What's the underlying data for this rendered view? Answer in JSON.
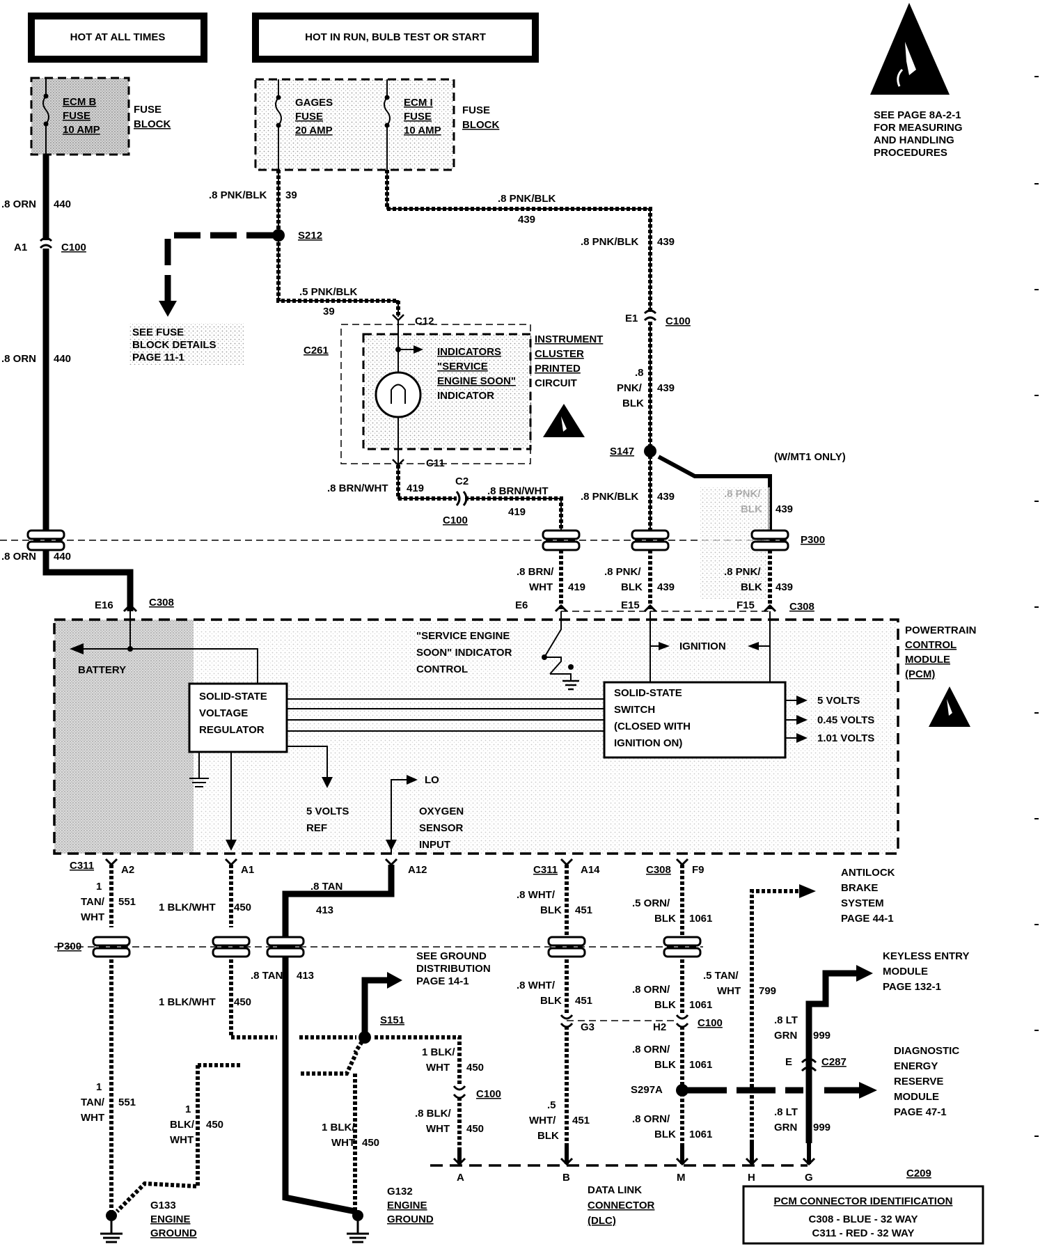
{
  "headers": {
    "hot_all_times": "HOT AT ALL TIMES",
    "hot_run": "HOT IN RUN, BULB TEST OR START"
  },
  "esd_note": [
    "SEE PAGE 8A-2-1",
    "FOR MEASURING",
    "AND HANDLING",
    "PROCEDURES"
  ],
  "fuses": {
    "ecm_b": [
      "ECM B",
      "FUSE",
      "10 AMP"
    ],
    "gages": [
      "GAGES",
      "FUSE",
      "20 AMP"
    ],
    "ecm_i": [
      "ECM I",
      "FUSE",
      "10 AMP"
    ],
    "block_label": [
      "FUSE",
      "BLOCK"
    ]
  },
  "see_fuse_block": [
    "SEE FUSE",
    "BLOCK DETAILS",
    "PAGE 11-1"
  ],
  "instrument_cluster": [
    "INSTRUMENT",
    "CLUSTER",
    "PRINTED",
    "CIRCUIT"
  ],
  "indicator_text": [
    "INDICATORS",
    "\"SERVICE",
    "ENGINE SOON\"",
    "INDICATOR"
  ],
  "pcm": {
    "label": [
      "POWERTRAIN",
      "CONTROL",
      "MODULE",
      "(PCM)"
    ],
    "battery": "BATTERY",
    "ignition": "IGNITION",
    "ses_control": [
      "\"SERVICE ENGINE",
      "SOON\" INDICATOR",
      "CONTROL"
    ],
    "regulator": [
      "SOLID-STATE",
      "VOLTAGE",
      "REGULATOR"
    ],
    "switch": [
      "SOLID-STATE",
      "SWITCH",
      "(CLOSED WITH",
      "IGNITION ON)"
    ],
    "outputs": [
      "5 VOLTS",
      "0.45 VOLTS",
      "1.01 VOLTS"
    ],
    "five_ref": [
      "5 VOLTS",
      "REF"
    ],
    "lo": "LO",
    "o2": [
      "OXYGEN",
      "SENSOR",
      "INPUT"
    ]
  },
  "wires": {
    "orn_440": ".8 ORN",
    "n440": "440",
    "pnkblk": ".8 PNK/BLK",
    "n39": "39",
    "pnkblk5": ".5 PNK/BLK",
    "n439": "439",
    "brnwht": ".8 BRN/WHT",
    "n419": "419",
    "pnk_slash": ".8 PNK/",
    "blk": "BLK",
    "pnk_stack": [
      ".8",
      "PNK/",
      "BLK"
    ],
    "brn_slash": ".8 BRN/",
    "wht": "WHT",
    "tan_551": [
      "1",
      "TAN/",
      "WHT"
    ],
    "n551": "551",
    "blkwht_450": "1 BLK/WHT",
    "n450": "450",
    "tan_413": ".8 TAN",
    "n413": "413",
    "wht451": ".8 WHT/",
    "n451": "451",
    "wht451_5": [
      ".5",
      "WHT/",
      "BLK"
    ],
    "orn1061": ".5 ORN/",
    "orn1061_8": ".8 ORN/",
    "n1061": "1061",
    "tan799": ".5 TAN/",
    "n799": "799",
    "ltgrn": ".8 LT",
    "grn": "GRN",
    "n999": "999",
    "blk_slash_1": "1 BLK/",
    "blk_slash_8": ".8 BLK/",
    "blkwht_stack": [
      "1",
      "BLK/",
      "WHT"
    ]
  },
  "connectors": {
    "c100": "C100",
    "a1": "A1",
    "e1": "E1",
    "c12": "C12",
    "c11": "C11",
    "c261": "C261",
    "s212": "S212",
    "s147": "S147",
    "wmt1": "(W/MT1 ONLY)",
    "c2": "C2",
    "p300": "P300",
    "c308": "C308",
    "e16": "E16",
    "e6": "E6",
    "e15": "E15",
    "f15": "F15",
    "c311": "C311",
    "a2": "A2",
    "a12": "A12",
    "a14": "A14",
    "f9": "F9",
    "s151": "S151",
    "g3": "G3",
    "h2": "H2",
    "s297a": "S297A",
    "e": "E",
    "c287": "C287",
    "c209": "C209"
  },
  "refs": {
    "abs": [
      "ANTILOCK",
      "BRAKE",
      "SYSTEM",
      "PAGE 44-1"
    ],
    "keyless": [
      "KEYLESS ENTRY",
      "MODULE",
      "PAGE 132-1"
    ],
    "derm": [
      "DIAGNOSTIC",
      "ENERGY",
      "RESERVE",
      "MODULE",
      "PAGE 47-1"
    ],
    "ground_dist": [
      "SEE GROUND",
      "DISTRIBUTION",
      "PAGE 14-1"
    ]
  },
  "grounds": {
    "g133": [
      "G133",
      "ENGINE",
      "GROUND"
    ],
    "g132": [
      "G132",
      "ENGINE",
      "GROUND"
    ]
  },
  "dlc": {
    "pins": [
      "A",
      "B",
      "M",
      "H",
      "G"
    ],
    "label": [
      "DATA LINK",
      "CONNECTOR",
      "(DLC)"
    ]
  },
  "pcm_id": {
    "title": "PCM CONNECTOR IDENTIFICATION",
    "rows": [
      "C308 - BLUE - 32 WAY",
      "C311 - RED - 32 WAY"
    ]
  }
}
